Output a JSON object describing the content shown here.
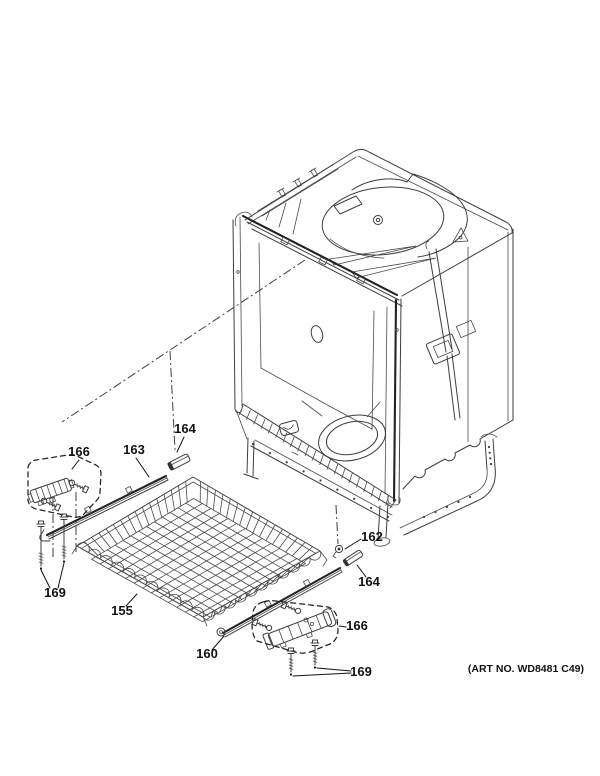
{
  "figure": {
    "art_no": "(ART NO. WD8481 C49)",
    "colors": {
      "background": "#ffffff",
      "line": "#3d3d3d",
      "label": "#111111"
    },
    "callouts": {
      "c166_left": "166",
      "c163": "163",
      "c164_top": "164",
      "c169_left": "169",
      "c155": "155",
      "c162": "162",
      "c164_right": "164",
      "c166_right": "166",
      "c160": "160",
      "c169_bottom": "169"
    }
  }
}
